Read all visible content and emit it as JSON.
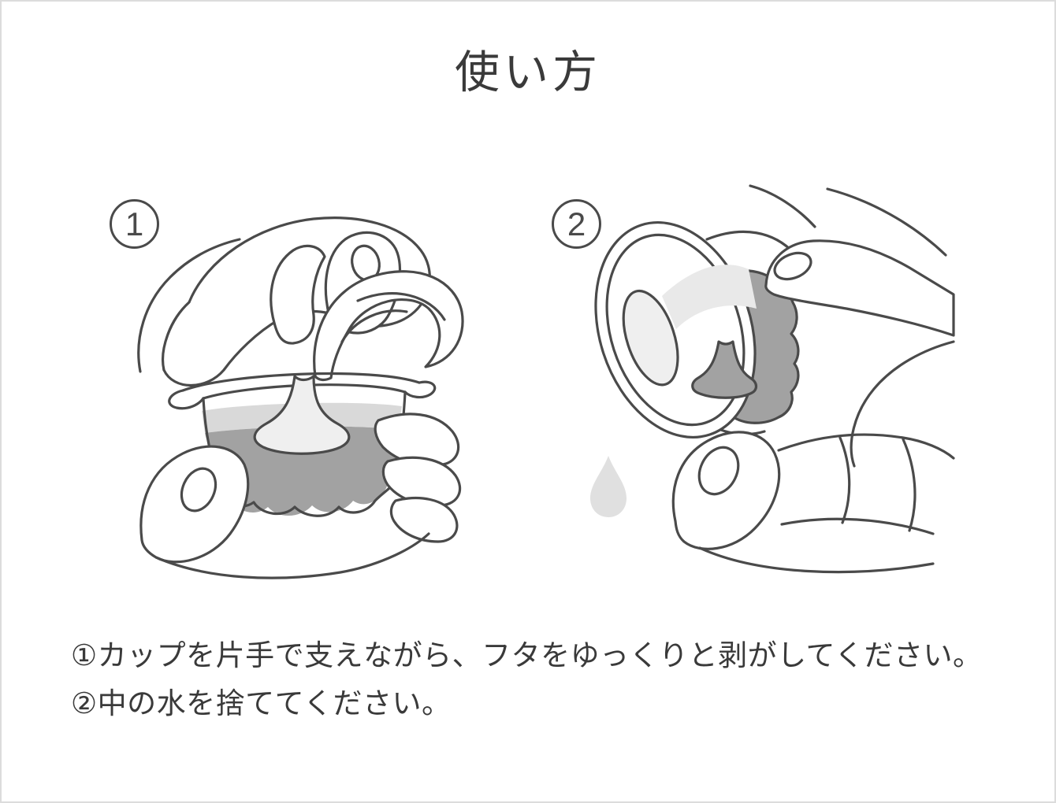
{
  "page": {
    "title": "使い方"
  },
  "steps": [
    {
      "number": "1",
      "caption": "①カップを片手で支えながら、フタをゆっくりと剥がしてください。"
    },
    {
      "number": "2",
      "caption": "②中の水を捨ててください。"
    }
  ],
  "colors": {
    "outline": "#4a4a4a",
    "liquid": "#a2a2a2",
    "liquid_light": "#d9d9d9",
    "funnel": "#efefef",
    "interior": "#e9e9e9",
    "droplet": "#e0e0e0",
    "text": "#3a3a3a",
    "background": "#ffffff"
  }
}
